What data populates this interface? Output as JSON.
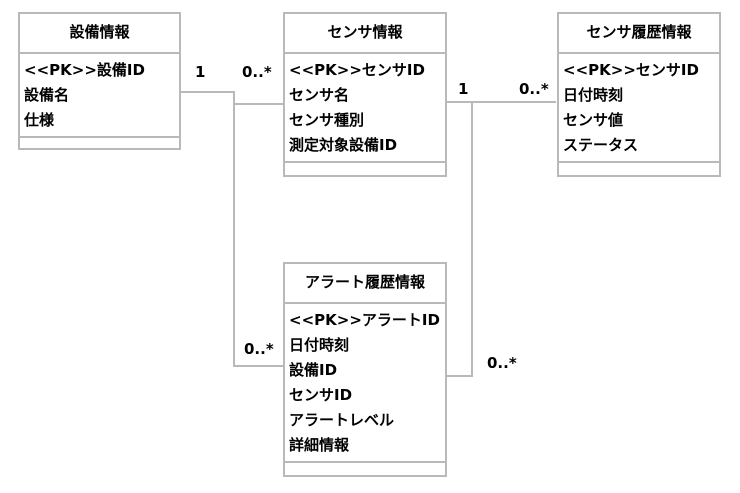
{
  "entities": {
    "equipment": {
      "title": "設備情報",
      "attributes": [
        "<<PK>>設備ID",
        "設備名",
        "仕様"
      ]
    },
    "sensor": {
      "title": "センサ情報",
      "attributes": [
        "<<PK>>センサID",
        "センサ名",
        "センサ種別",
        "測定対象設備ID"
      ]
    },
    "sensor_history": {
      "title": "センサ履歴情報",
      "attributes": [
        "<<PK>>センサID",
        "日付時刻",
        "センサ値",
        "ステータス"
      ]
    },
    "alert_history": {
      "title": "アラート履歴情報",
      "attributes": [
        "<<PK>>アラートID",
        "日付時刻",
        "設備ID",
        "センサID",
        "アラートレベル",
        "詳細情報"
      ]
    }
  },
  "multiplicities": {
    "equipment_one": "1",
    "sensor_many_from_equipment": "0..*",
    "sensor_one": "1",
    "sensor_history_many": "0..*",
    "alert_many_from_equipment": "0..*",
    "alert_many_from_sensor": "0..*"
  },
  "colors": {
    "border": "#b9b9b9",
    "text": "#000000"
  }
}
